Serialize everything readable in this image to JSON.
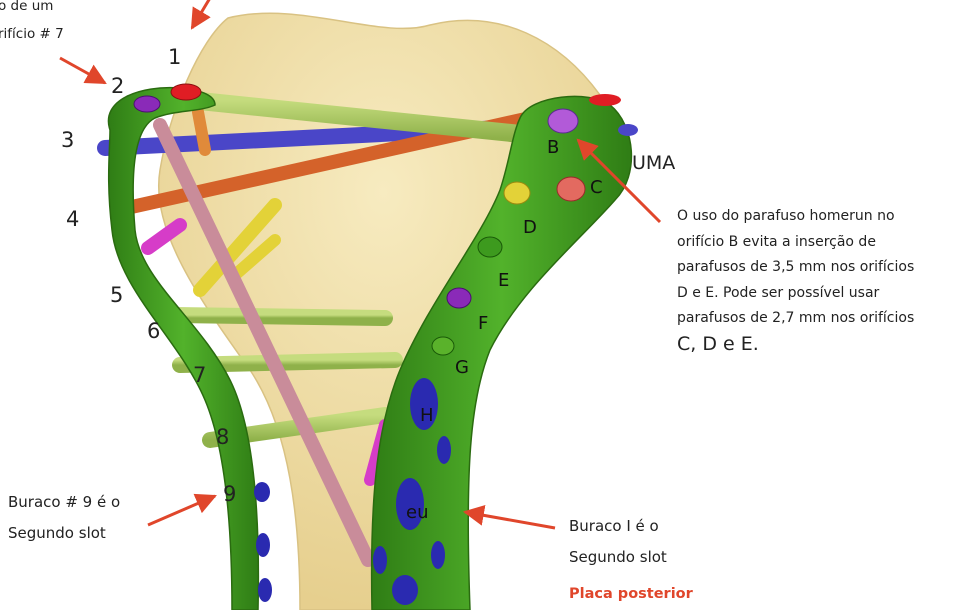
{
  "top_left_note": {
    "line1": "o de um",
    "line2": "rifício # 7"
  },
  "posterior_numbers": [
    "1",
    "2",
    "3",
    "4",
    "5",
    "6",
    "7",
    "8",
    "9"
  ],
  "lateral_letters": [
    "B",
    "C",
    "D",
    "E",
    "F",
    "G",
    "H",
    "eu"
  ],
  "label_uma": "UMA",
  "right_note": {
    "line1": "O uso do parafuso homerun no",
    "line2": "orifício B evita a inserção de",
    "line3": "parafusos de 3,5 mm nos orifícios",
    "line4": "D e E. Pode ser possível usar",
    "line5": "parafusos de 2,7 mm nos orifícios",
    "line6": "C, D e E."
  },
  "hole9_note": {
    "line1": "Buraco # 9 é o",
    "line2": "Segundo slot"
  },
  "holeI_note": {
    "line1": "Buraco I é o",
    "line2": "Segundo slot"
  },
  "caption": "Placa posterior",
  "colors": {
    "bone": "#f2dfa6",
    "plate_green": "#3d9a1e",
    "screw_green": "#a6c85a",
    "pink_screw": "#c98c9a",
    "arrow_red": "#e0462b",
    "blue_screw": "#4a46c8",
    "orange_screw": "#d4622a",
    "hole_blue": "#2a2ab0"
  }
}
